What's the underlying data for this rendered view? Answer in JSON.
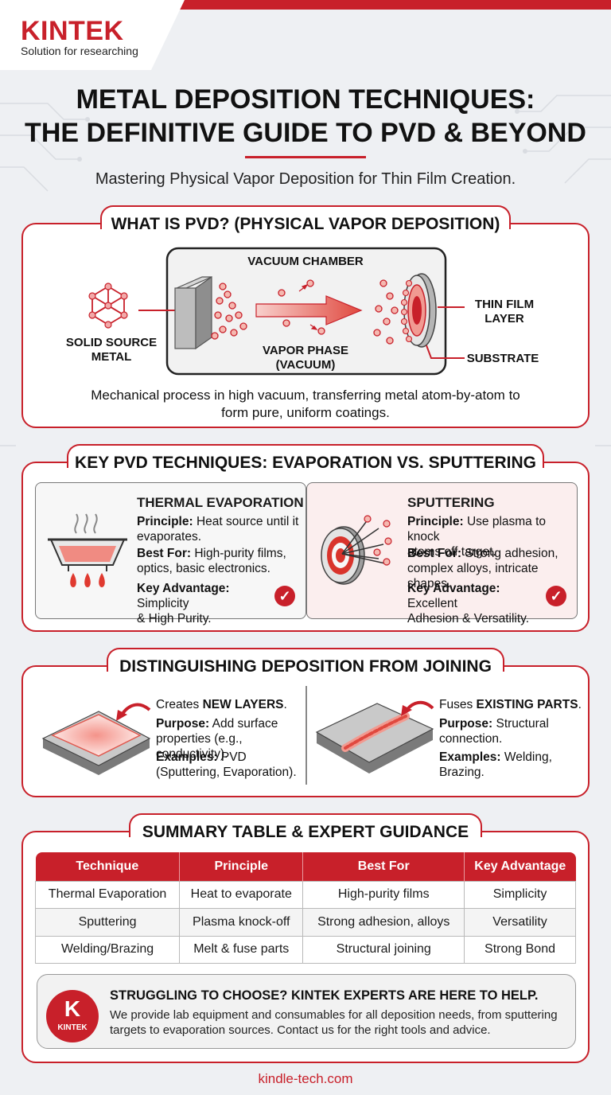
{
  "brand": {
    "name": "KINTEK",
    "tagline": "Solution for researching"
  },
  "title": {
    "line1": "METAL DEPOSITION TECHNIQUES:",
    "line2": "THE DEFINITIVE GUIDE TO PVD & BEYOND"
  },
  "subtitle": "Mastering Physical Vapor Deposition for Thin Film Creation.",
  "pvd": {
    "heading": "WHAT IS PVD? (PHYSICAL VAPOR DEPOSITION)",
    "chamber_label": "VACUUM CHAMBER",
    "source_label_1": "SOLID SOURCE",
    "source_label_2": "METAL",
    "vapor_label_1": "VAPOR PHASE",
    "vapor_label_2": "(VACUUM)",
    "film_label_1": "THIN FILM",
    "film_label_2": "LAYER",
    "substrate_label": "SUBSTRATE",
    "description_1": "Mechanical process in high vacuum, transferring metal atom-by-atom to",
    "description_2": "form pure, uniform coatings."
  },
  "techniques": {
    "heading": "KEY PVD TECHNIQUES: EVAPORATION VS. SPUTTERING",
    "evaporation": {
      "title": "THERMAL EVAPORATION",
      "principle_key": "Principle:",
      "principle_1": " Heat source until it",
      "principle_2": "evaporates.",
      "best_key": "Best For:",
      "best_1": " High-purity films,",
      "best_2": "optics, basic electronics.",
      "adv_key": "Key Advantage:",
      "adv_1": " Simplicity",
      "adv_2": "& High Purity."
    },
    "sputtering": {
      "title": "SPUTTERING",
      "principle_key": "Principle:",
      "principle_1": " Use plasma to knock",
      "principle_2": "atoms off target.",
      "best_key": "Best For:",
      "best_1": " Strong adhesion,",
      "best_2": "complex alloys, intricate shapes.",
      "adv_key": "Key Advantage:",
      "adv_1": " Excellent",
      "adv_2": "Adhesion & Versatility."
    }
  },
  "joining": {
    "heading": "DISTINGUISHING DEPOSITION FROM JOINING",
    "deposition": {
      "creates_pre": "Creates ",
      "creates_key": "NEW LAYERS",
      "creates_post": ".",
      "purpose_key": "Purpose:",
      "purpose_1": " Add surface",
      "purpose_2": "properties (e.g., conductivity).",
      "examples_key": "Examples:",
      "examples_1": " PVD",
      "examples_2": "(Sputtering, Evaporation)."
    },
    "joining_side": {
      "creates_pre": "Fuses ",
      "creates_key": "EXISTING PARTS",
      "creates_post": ".",
      "purpose_key": "Purpose:",
      "purpose_1": " Structural",
      "purpose_2": "connection.",
      "examples_key": "Examples:",
      "examples_1": " Welding,",
      "examples_2": "Brazing."
    }
  },
  "summary": {
    "heading": "SUMMARY TABLE & EXPERT GUIDANCE",
    "columns": [
      "Technique",
      "Principle",
      "Best For",
      "Key Advantage"
    ],
    "rows": [
      [
        "Thermal Evaporation",
        "Heat to evaporate",
        "High-purity films",
        "Simplicity"
      ],
      [
        "Sputtering",
        "Plasma knock-off",
        "Strong adhesion, alloys",
        "Versatility"
      ],
      [
        "Welding/Brazing",
        "Melt & fuse parts",
        "Structural joining",
        "Strong Bond"
      ]
    ]
  },
  "cta": {
    "logo_letter": "K",
    "logo_text": "KINTEK",
    "headline": "STRUGGLING TO CHOOSE? KINTEK EXPERTS ARE HERE TO HELP.",
    "body_1": "We provide lab equipment and consumables for all deposition needs, from sputtering",
    "body_2": "targets to evaporation sources. Contact us for the right tools and advice."
  },
  "footer": "kindle-tech.com",
  "colors": {
    "accent": "#c8202a",
    "panel_pink": "#fbeeee"
  }
}
